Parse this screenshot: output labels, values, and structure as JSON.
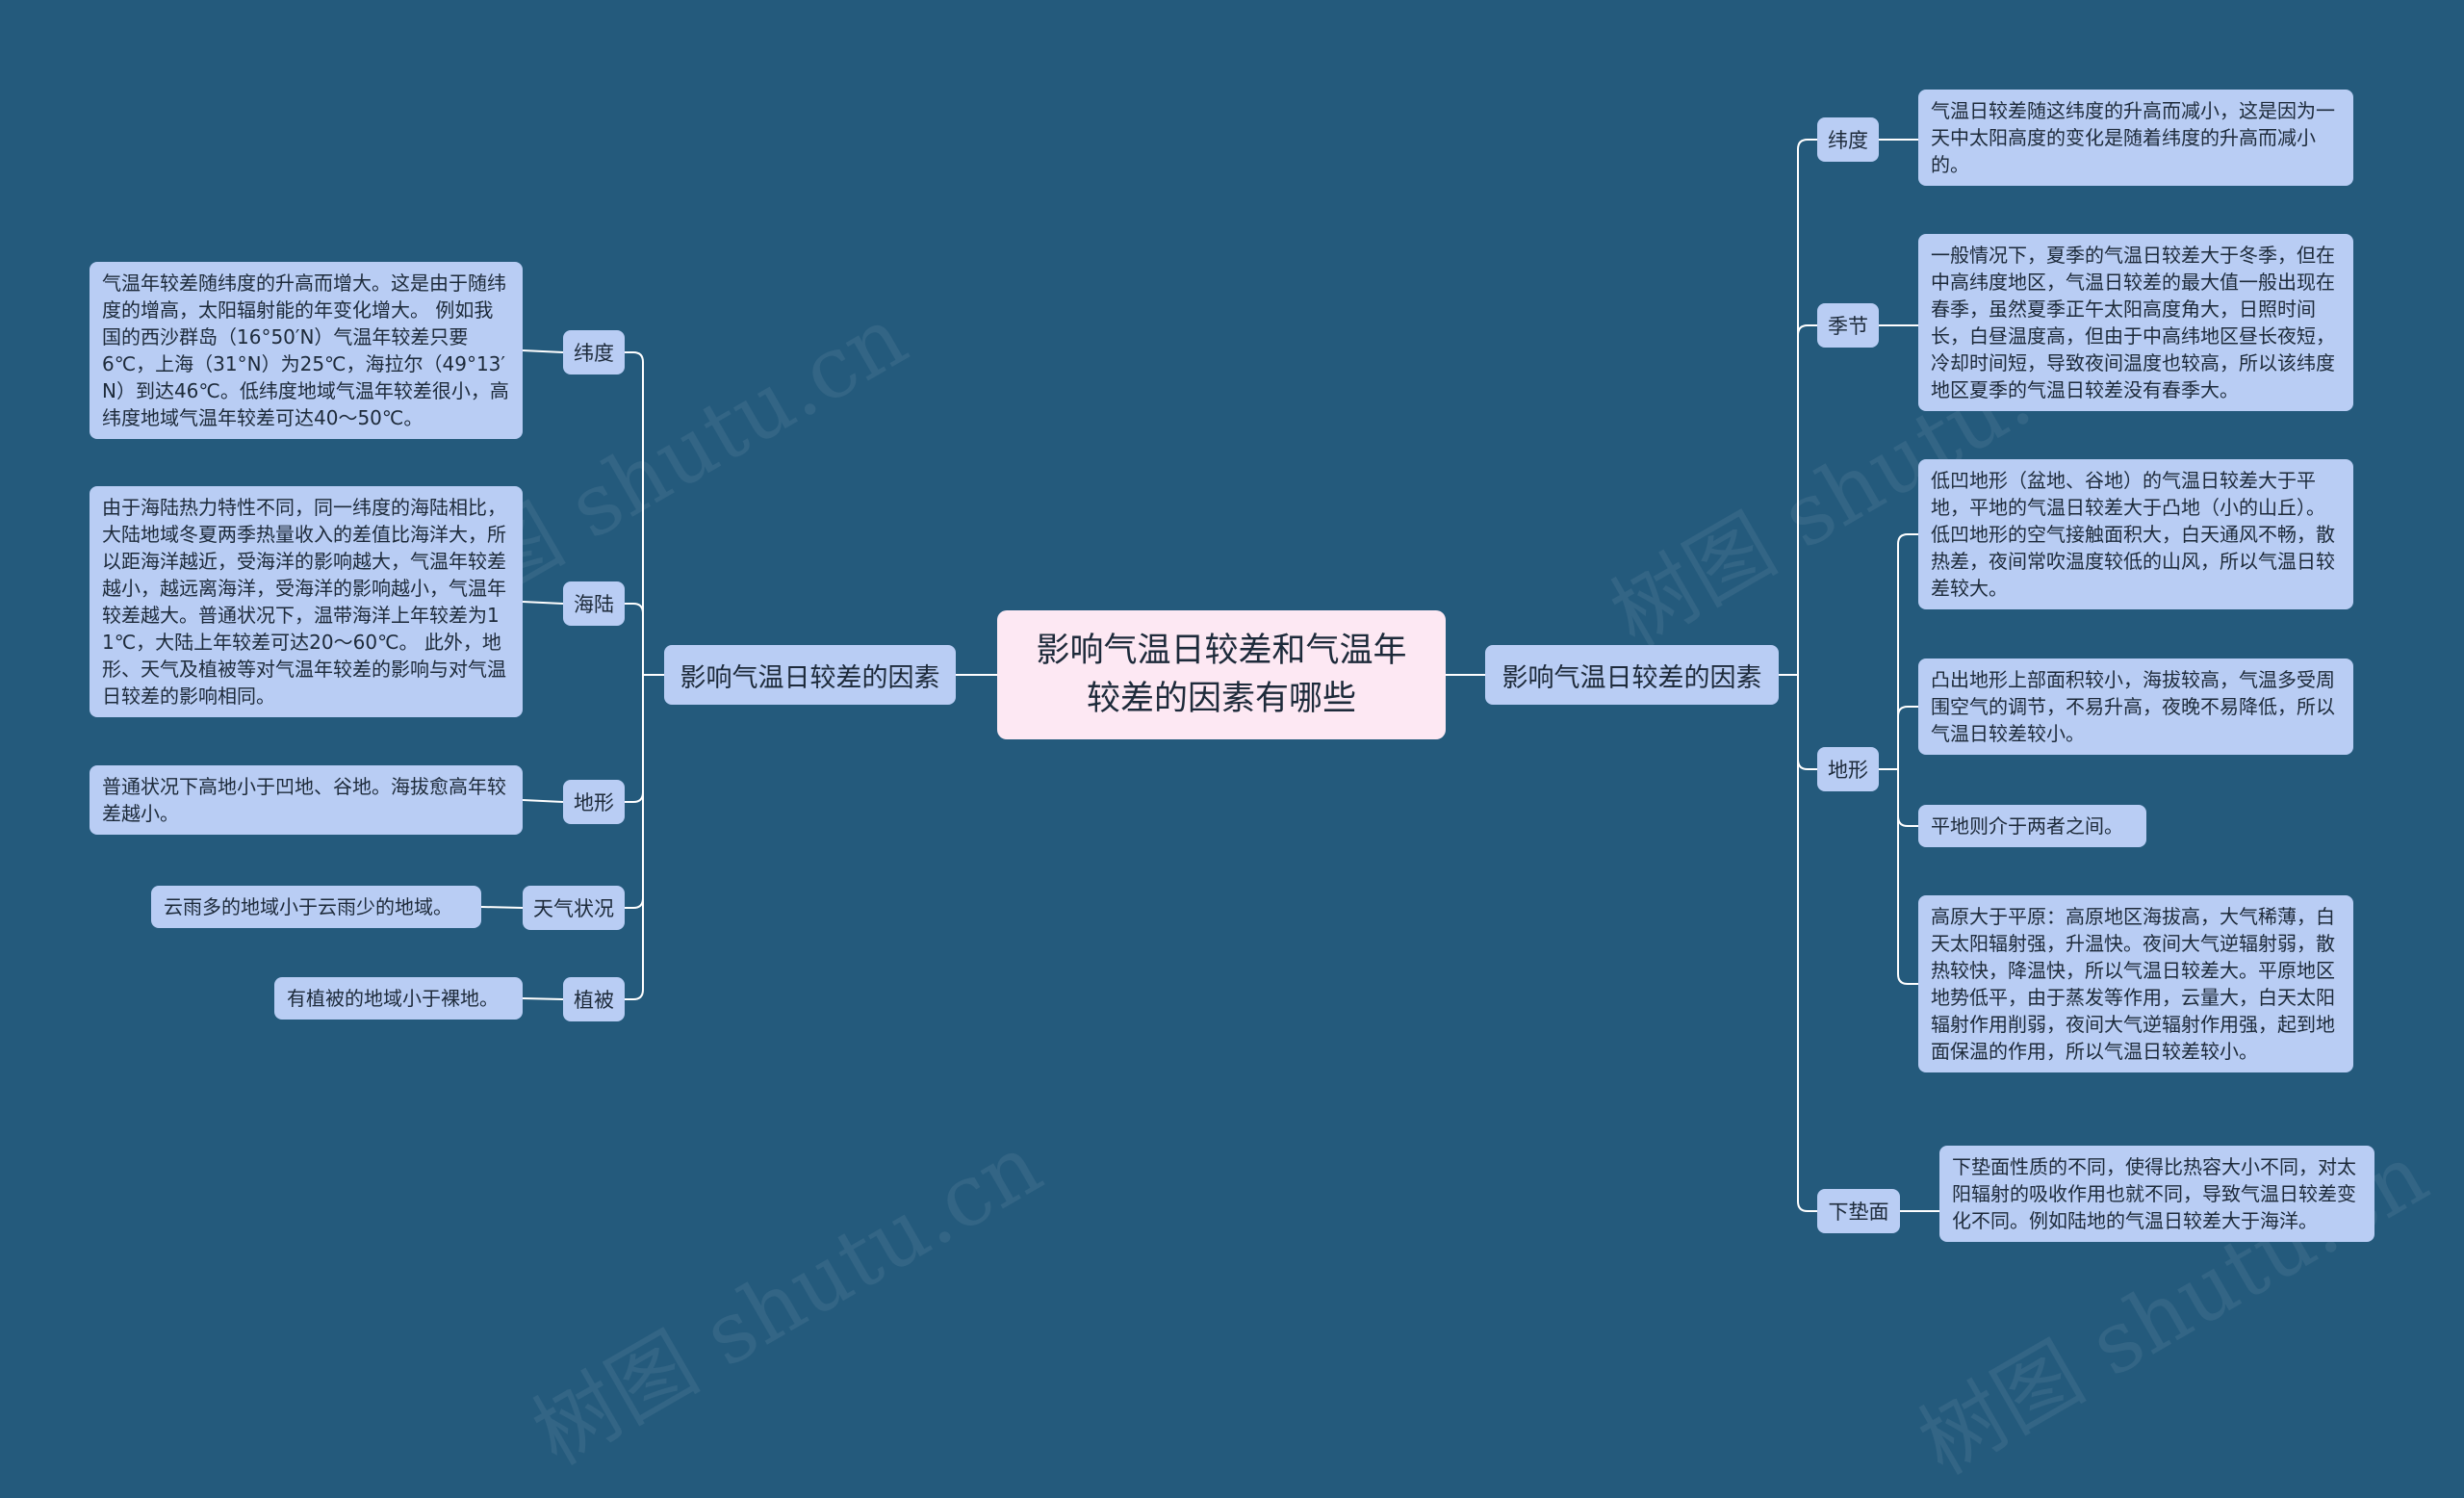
{
  "root": {
    "title": "影响气温日较差和气温年较差的因素有哪些"
  },
  "left": {
    "label": "影响气温日较差的因素",
    "branches": [
      {
        "label": "纬度",
        "text": "气温年较差随纬度的升高而增大。这是由于随纬度的增高，太阳辐射能的年变化增大。 例如我国的西沙群岛（16°50′N）气温年较差只要6℃，上海（31°N）为25℃，海拉尔（49°13′N）到达46℃。低纬度地域气温年较差很小，高纬度地域气温年较差可达40～50℃。"
      },
      {
        "label": "海陆",
        "text": "由于海陆热力特性不同，同一纬度的海陆相比，大陆地域冬夏两季热量收入的差值比海洋大，所以距海洋越近，受海洋的影响越大，气温年较差越小，越远离海洋，受海洋的影响越小，气温年较差越大。普通状况下，温带海洋上年较差为11℃，大陆上年较差可达20～60℃。 此外，地形、天气及植被等对气温年较差的影响与对气温日较差的影响相同。"
      },
      {
        "label": "地形",
        "text": "普通状况下高地小于凹地、谷地。海拔愈高年较差越小。"
      },
      {
        "label": "天气状况",
        "text": "云雨多的地域小于云雨少的地域。"
      },
      {
        "label": "植被",
        "text": "有植被的地域小于裸地。"
      }
    ]
  },
  "right": {
    "label": "影响气温日较差的因素",
    "branches": [
      {
        "label": "纬度",
        "texts": [
          "气温日较差随这纬度的升高而减小，这是因为一天中太阳高度的变化是随着纬度的升高而减小的。"
        ]
      },
      {
        "label": "季节",
        "texts": [
          "一般情况下，夏季的气温日较差大于冬季，但在中高纬度地区，气温日较差的最大值一般出现在春季，虽然夏季正午太阳高度角大，日照时间长，白昼温度高，但由于中高纬地区昼长夜短，冷却时间短，导致夜间温度也较高，所以该纬度地区夏季的气温日较差没有春季大。"
        ]
      },
      {
        "label": "地形",
        "texts": [
          "低凹地形（盆地、谷地）的气温日较差大于平地，平地的气温日较差大于凸地（小的山丘）。低凹地形的空气接触面积大，白天通风不畅，散热差，夜间常吹温度较低的山风，所以气温日较差较大。",
          "凸出地形上部面积较小，海拔较高，气温多受周围空气的调节，不易升高，夜晚不易降低，所以气温日较差较小。",
          "平地则介于两者之间。",
          "高原大于平原：高原地区海拔高，大气稀薄，白天太阳辐射强，升温快。夜间大气逆辐射弱，散热较快，降温快，所以气温日较差大。平原地区地势低平，由于蒸发等作用，云量大，白天太阳辐射作用削弱，夜间大气逆辐射作用强，起到地面保温的作用，所以气温日较差较小。"
        ]
      },
      {
        "label": "下垫面",
        "texts": [
          "下垫面性质的不同，使得比热容大小不同，对太阳辐射的吸收作用也就不同，导致气温日较差变化不同。例如陆地的气温日较差大于海洋。"
        ]
      }
    ]
  },
  "watermark": "树图 shutu.cn",
  "colors": {
    "background": "#245a7c",
    "node": "#b9cdf4",
    "root": "#fde8f3",
    "line": "#ffffff"
  }
}
